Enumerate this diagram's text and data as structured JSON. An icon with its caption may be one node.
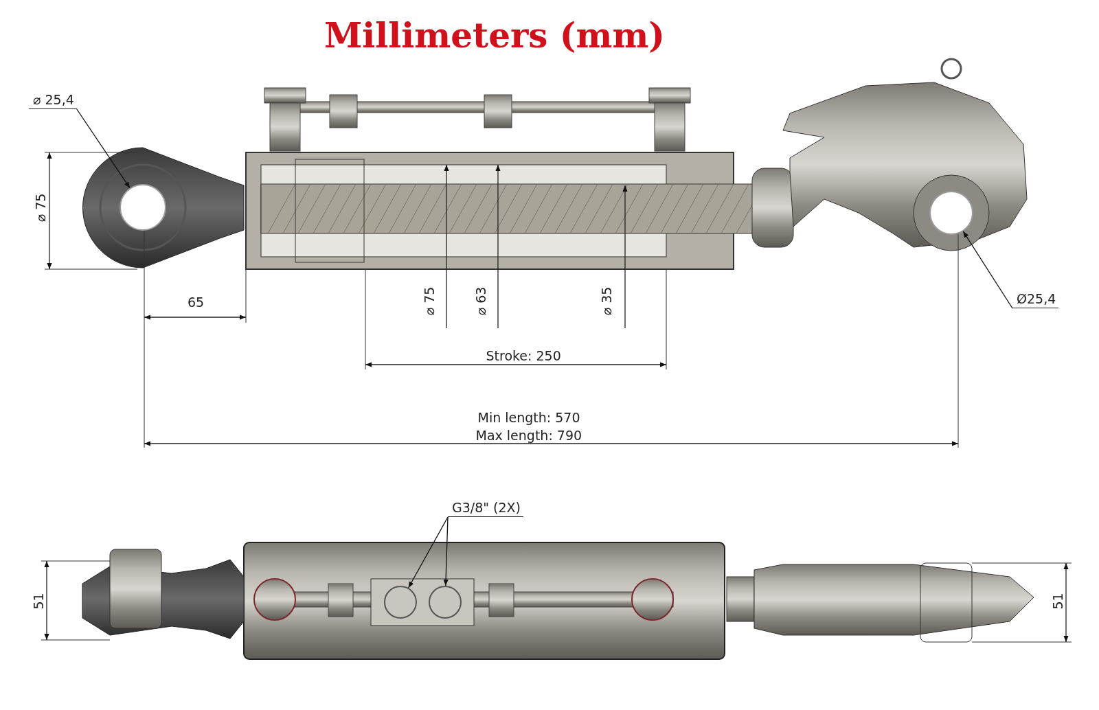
{
  "diagram": {
    "title": "Millimeters (mm)",
    "nodes": [
      {
        "text": [
          "⌀ 25,4"
        ]
      },
      {
        "text": [],
        "shape": "circle"
      },
      {
        "text": [
          "Ø25,4"
        ]
      },
      {
        "text": [],
        "shape": "circle"
      },
      {
        "text": [
          "G3/8\" (2X)"
        ]
      },
      {
        "text": [],
        "shape": "circle"
      },
      {
        "text": [],
        "shape": "circle"
      }
    ],
    "edges": [
      {
        "from": 0,
        "to": 1,
        "arrow": "to"
      },
      {
        "from": 2,
        "to": 3,
        "arrow": "to"
      },
      {
        "from": 4,
        "to": 5,
        "arrow": "to"
      },
      {
        "from": 4,
        "to": 6,
        "arrow": "to"
      }
    ],
    "labels": [
      "⌀ 75",
      "65",
      "⌀ 75",
      "⌀ 63",
      "⌀ 35",
      "Stroke: 250",
      "Min length: 570",
      "Max length: 790",
      "51",
      "51"
    ]
  }
}
